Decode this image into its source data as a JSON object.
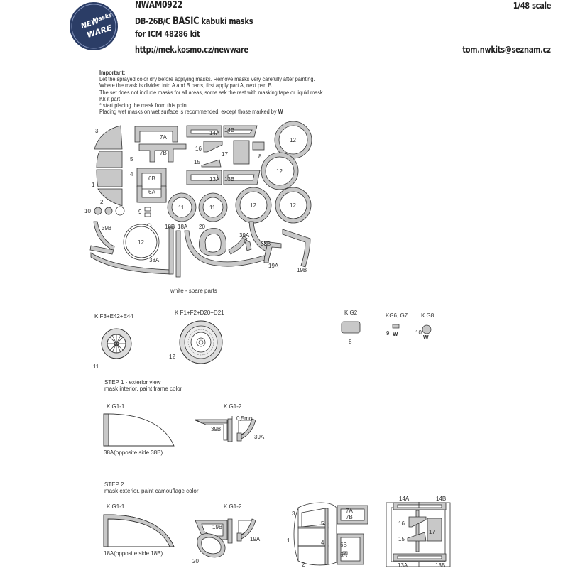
{
  "header": {
    "code": "NWAM0922",
    "scale": "1/48 scale",
    "title_prefix": "DB-26B/C",
    "title_basic": "BASIC",
    "title_suffix": "kabuki masks",
    "kit": "for ICM 48286 kit",
    "url": "http://mek.kosmo.cz/newware",
    "email": "tom.nwkits@seznam.cz"
  },
  "logo": {
    "line1": "NEW",
    "line2": "Masks",
    "line3": "WARE"
  },
  "notes": {
    "heading": "Important:",
    "lines": [
      "Let the sprayed color dry before applying masks. Remove masks very carefully after painting.",
      "Where the mask is divided into A and B parts, first apply part A, next part B.",
      "The set does not include masks for all areas, some ask the rest with masking tape or liquid mask.",
      "Kk it part",
      "* start placing the mask from this point",
      "Placing wet masks on wet surface is recommended, except those marked by"
    ]
  },
  "mask_labels": {
    "n3": "3",
    "n5": "5",
    "n4": "4",
    "n1": "1",
    "n2": "2",
    "n10": "10",
    "n7a": "7A",
    "n7b": "7B",
    "n6b": "6B",
    "n6a": "6A",
    "n14a": "14A",
    "n14b": "14B",
    "n16": "16",
    "n17": "17",
    "n8": "8",
    "n15": "15",
    "n13a": "13A",
    "n13b": "13B",
    "n9": "9",
    "n12a": "12",
    "n12b": "12",
    "n12c": "12",
    "n12d": "12",
    "n12e": "12",
    "n11a": "11",
    "n11b": "11",
    "n39b": "39B",
    "n18b": "18B",
    "n18a": "18A",
    "n20": "20",
    "n39a": "39A",
    "n38b": "38B",
    "n38a": "38A",
    "n19a": "19A",
    "n19b": "19B"
  },
  "spare_parts_note": "white - spare parts",
  "wheels": {
    "left_label": "K F3+E42+E44",
    "left_num": "11",
    "right_label": "K F1+F2+D20+D21",
    "right_num": "12"
  },
  "kit_parts": {
    "g2_label": "K G2",
    "g2_num": "8",
    "g67_label": "KG6, G7",
    "g67_num": "9",
    "g8_label": "K G8",
    "g8_num": "10"
  },
  "step1": {
    "title": "STEP 1 - exterior view",
    "subtitle": "mask interior, paint frame color",
    "kg11": "K G1-1",
    "kg12": "K G1-2",
    "dim": "0,5mm",
    "l39b": "39B",
    "l39a": "39A",
    "caption": "38A(opposite side 38B)"
  },
  "step2": {
    "title": "STEP 2",
    "subtitle": "mask exterior, paint camouflage color",
    "kg11": "K G1-1",
    "kg12": "K G1-2",
    "l19b": "19B",
    "l19a": "19A",
    "l20": "20",
    "caption": "18A(opposite side 18B)",
    "g3": "3",
    "g5": "5",
    "g4": "4",
    "g1": "1",
    "g2": "2",
    "g7a": "7A",
    "g7b": "7B",
    "g6b": "6B",
    "g6a": "6A",
    "g14a": "14A",
    "g14b": "14B",
    "g16": "16",
    "g17": "17",
    "g15": "15",
    "g13a": "13A",
    "g13b": "13B"
  },
  "colors": {
    "mask_fill": "#c8c8c8",
    "outline": "#333333"
  }
}
